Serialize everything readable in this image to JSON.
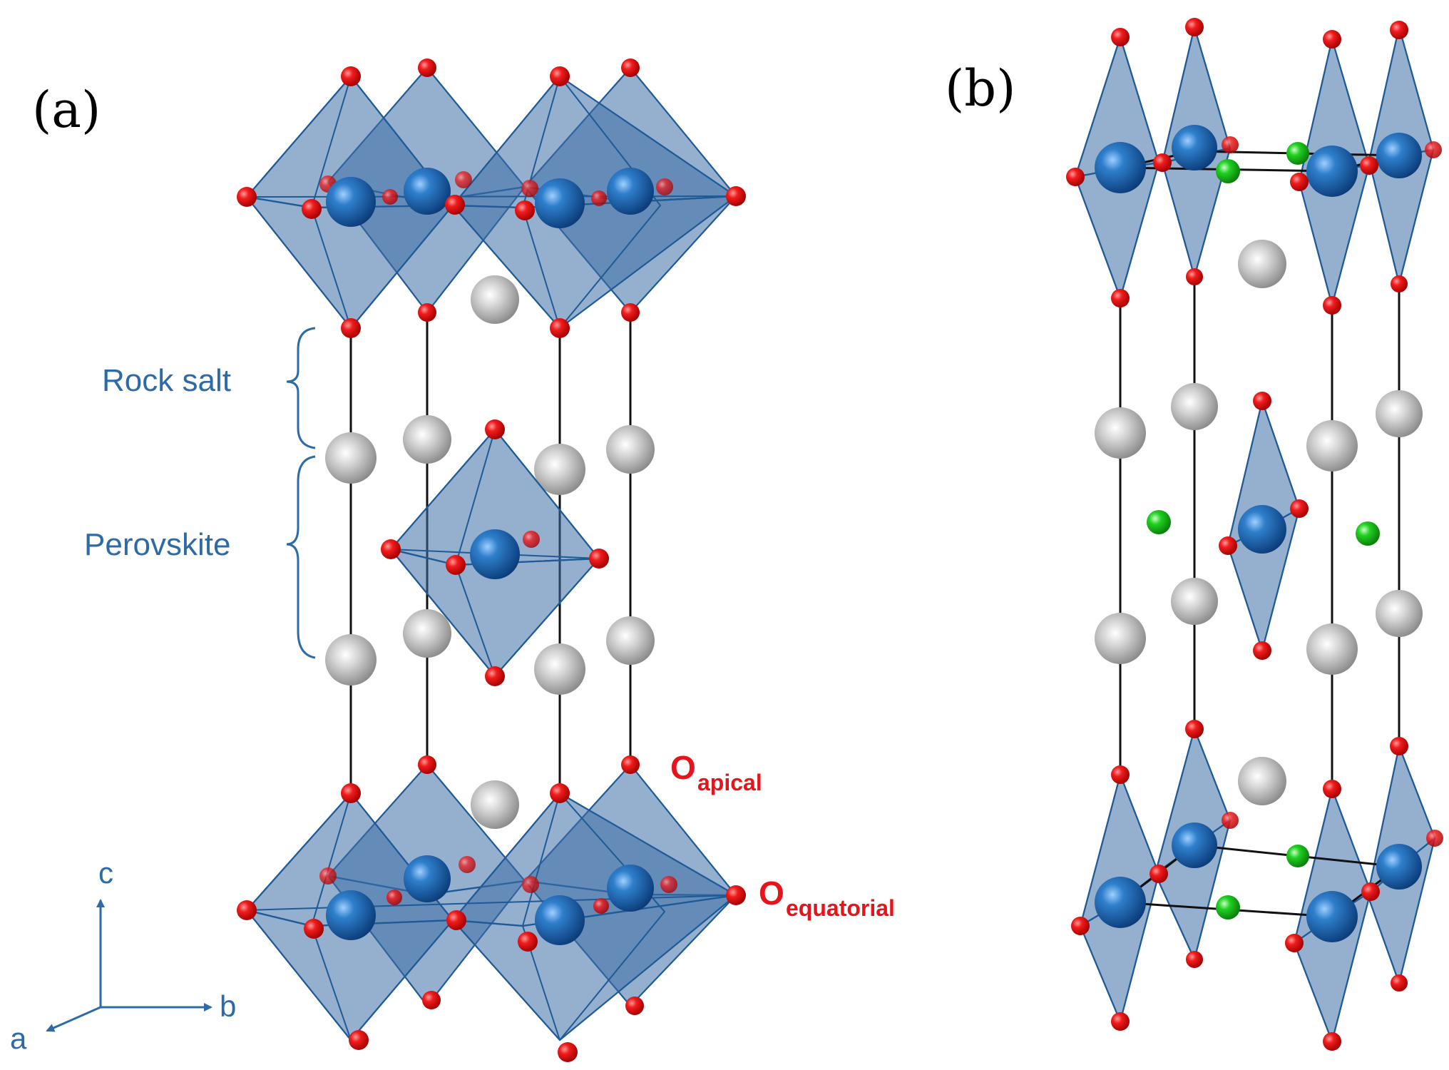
{
  "panel_a": {
    "label": "(a)",
    "layer_labels": {
      "rock_salt": "Rock salt",
      "perovskite": "Perovskite"
    },
    "oxygen_labels": {
      "apical_main": "O",
      "apical_sub": "apical",
      "equatorial_main": "O",
      "equatorial_sub": "equatorial"
    },
    "axes": {
      "c": "c",
      "b": "b",
      "a": "a"
    }
  },
  "panel_b": {
    "label": "(b)"
  },
  "colors": {
    "octahedron": "#3e6ea7",
    "b_site_atom": "#1a5fa8",
    "oxygen_atom": "#e8141b",
    "a_site_atom": "#a6a6a6",
    "interstitial_atom": "#21c521",
    "label_blue": "#2c6aa8",
    "label_red": "#e8141b"
  }
}
